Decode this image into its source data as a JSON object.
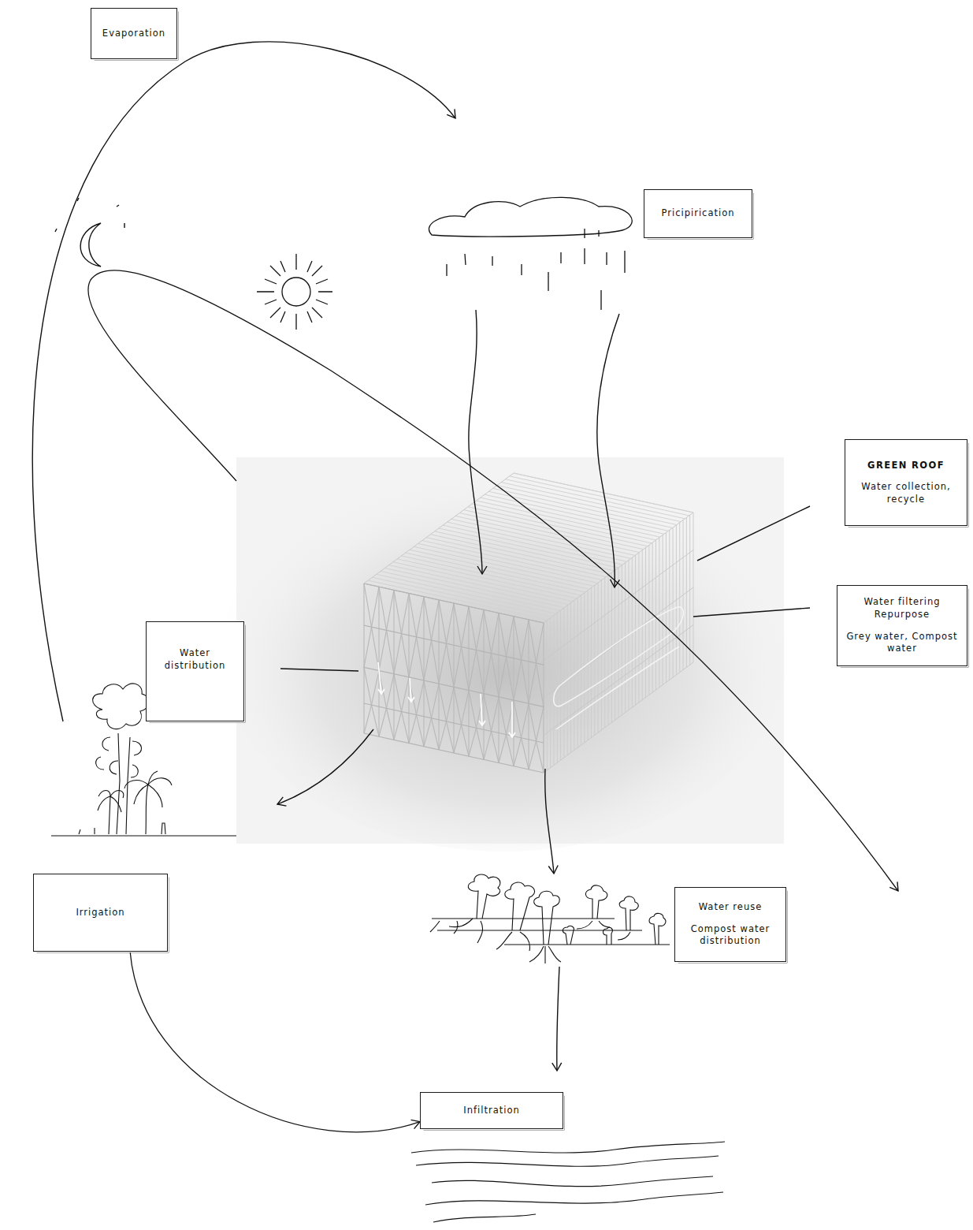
{
  "diagram": {
    "nodes": [
      {
        "text": [
          "Evaporation"
        ]
      },
      {
        "text": [
          "Pricipirication"
        ]
      },
      {
        "text": [
          "GREEN ROOF",
          "Water collection, recycle"
        ]
      },
      {
        "text": [
          "Water filtering Repurpose",
          "Grey water, Compost water"
        ]
      },
      {
        "text": [
          "Water distribution"
        ]
      },
      {
        "text": [
          "Irrigation"
        ]
      },
      {
        "text": [
          "Water reuse",
          "Compost water distribution"
        ]
      },
      {
        "text": [
          "Infiltration"
        ]
      }
    ],
    "edges": [
      {
        "from": 5,
        "to": 7,
        "arrow": "to"
      }
    ]
  }
}
